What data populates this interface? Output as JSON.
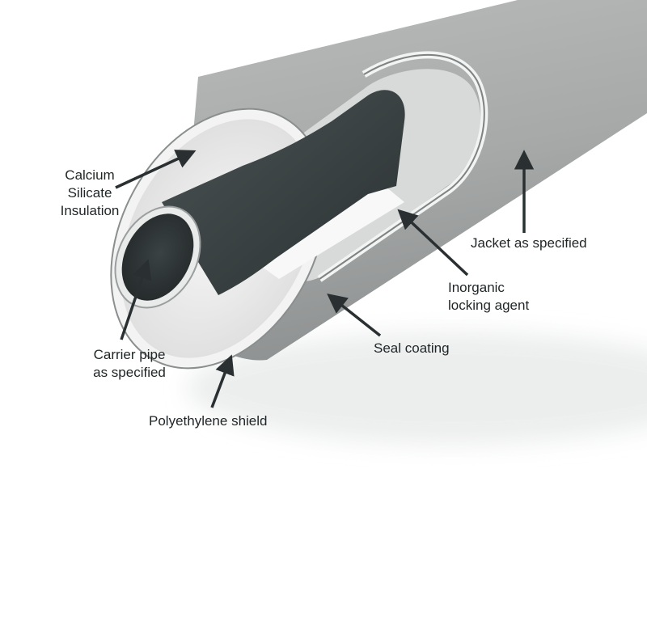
{
  "labels": {
    "calcium_silicate": [
      "Calcium",
      "Silicate",
      "Insulation"
    ],
    "carrier_pipe": [
      "Carrier pipe",
      "as specified"
    ],
    "polyethylene_shield": "Polyethylene shield",
    "seal_coating": "Seal coating",
    "locking_agent": [
      "Inorganic",
      "locking agent"
    ],
    "jacket": "Jacket as specified"
  },
  "colors": {
    "jacket": "#a9abab",
    "insulation": "#ececec",
    "carrier_pipe": "#363d3e",
    "arrow": "#2a3031",
    "text": "#1f2526"
  }
}
